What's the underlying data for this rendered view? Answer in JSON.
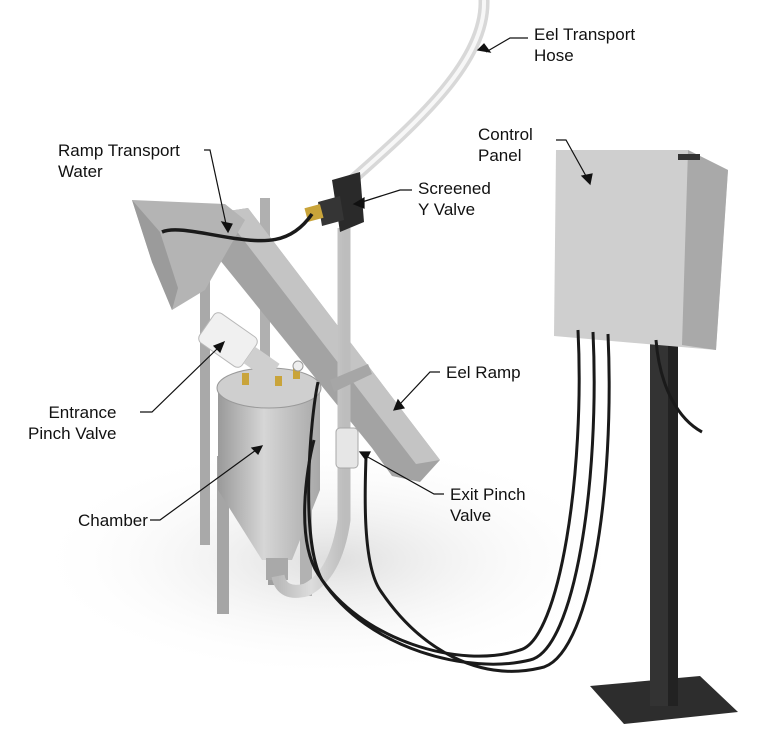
{
  "labels": {
    "eel_transport_hose": [
      "Eel Transport",
      "Hose"
    ],
    "ramp_transport_water": [
      "Ramp Transport",
      "Water"
    ],
    "control_panel": [
      "Control",
      "Panel"
    ],
    "screened_y_valve": [
      "Screened",
      "Y Valve"
    ],
    "eel_ramp": [
      "Eel Ramp"
    ],
    "entrance_pinch_valve": [
      "Entrance",
      "Pinch Valve"
    ],
    "chamber": [
      "Chamber"
    ],
    "exit_pinch_valve": [
      "Exit Pinch",
      "Valve"
    ]
  },
  "colors": {
    "background": "#ffffff",
    "equipment_grey": "#b9b9b9",
    "cable_black": "#1a1a1a",
    "brass": "#c9a43a"
  }
}
